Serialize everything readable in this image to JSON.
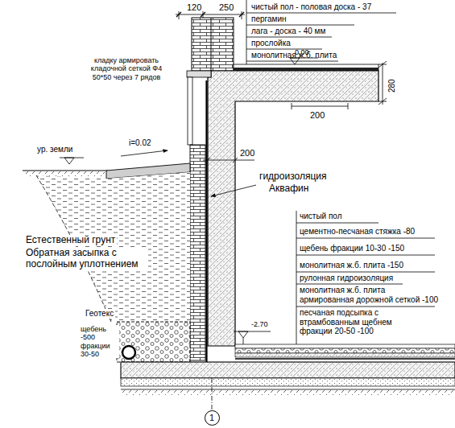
{
  "diagram": {
    "nodes": [
      {
        "text": [
          "1"
        ]
      }
    ],
    "labels": [
      "120",
      "250",
      "чистый пол - половая доска - 37",
      "пергамин",
      "лага - доска - 40 мм",
      "прослойка",
      "монолитная ж.б. плита",
      "кладку армировать кладочной сеткой Ф4 50*50 через 7 рядов",
      "0.00",
      "280",
      "200",
      "ур. земли",
      "i=0.02",
      "200",
      "гидроизоляция",
      "Аквафин",
      "чистый пол",
      "цементно-песчаная стяжка -80",
      "щебень фракции 10-30 -150",
      "монолитная ж.б. плита -150",
      "рулонная гидроизоляция",
      "монолитная ж.б. плита армированная дорожной сеткой -100",
      "песчаная подсыпка с втрамбованным щебнем фракции 20-50 -100",
      "Естественный грунт",
      "Обратная засыпка с послойным уплотнением",
      "-2.70",
      "Геотекс",
      "щебень -500 фракции 30-50"
    ]
  }
}
